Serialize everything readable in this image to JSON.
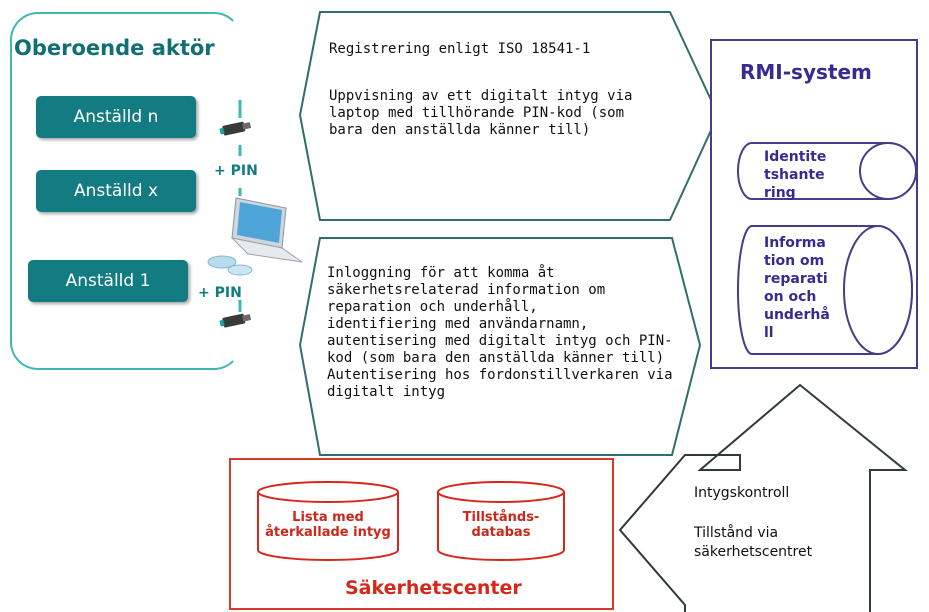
{
  "actor": {
    "title": "Oberoende aktör",
    "employees": [
      "Anställd n",
      "Anställd x",
      "Anställd 1"
    ],
    "pin_label_1": "+ PIN",
    "pin_label_2": "+ PIN"
  },
  "top_arrow": {
    "line1": "Registrering enligt ISO 18541-1",
    "body": "Uppvisning av ett digitalt intyg via\nlaptop med tillhörande PIN-kod (som\nbara den anställda känner till)"
  },
  "bottom_arrow": {
    "body": "Inloggning för att komma åt\nsäkerhetsrelaterad information om\nreparation och underhåll,\nidentifiering med användarnamn,\nautentisering med digitalt intyg och PIN-\nkod (som bara den anställda känner till)\nAutentisering hos fordonstillverkaren via\ndigitalt intyg"
  },
  "rmi": {
    "title": "RMI-system",
    "cyl1": "Identite\ntshante\nring",
    "cyl2": "Informa\ntion om\nreparati\non och\nunderhå\nll"
  },
  "sakerhetscenter": {
    "title": "Säkerhetscenter",
    "cyl1": "Lista med\nåterkallade intyg",
    "cyl2": "Tillstånds-\ndatabas"
  },
  "side_arrow": {
    "line1": "Intygskontroll",
    "line2": "Tillstånd via",
    "line3": "säkerhetscentret"
  },
  "colors": {
    "teal": "#127c82",
    "teal_light": "#3fb7b3",
    "purple": "#3a2a90",
    "red": "#d6281a",
    "arrow_stroke": "#2f6f6b"
  }
}
